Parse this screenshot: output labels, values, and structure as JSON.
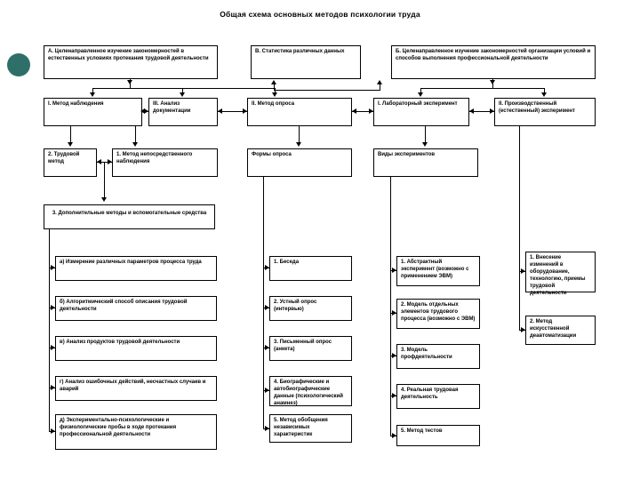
{
  "slide": {
    "title": "Общая схема основных методов психологии труда",
    "decor": {
      "circle_color": "#2e6f6a"
    },
    "colors": {
      "line": "#000000",
      "box_border": "#000000",
      "box_fill": "#ffffff",
      "text": "#000000"
    }
  },
  "top_row": [
    {
      "id": "A",
      "label": "А. Целенаправленное изучение закономерностей в естественных условиях протекания трудовой деятельности"
    },
    {
      "id": "V",
      "label": "В. Статистика различных данных"
    },
    {
      "id": "B",
      "label": "Б. Целенаправленное изучение закономерностей организации условий и способов выполнения профессиональной деятельности"
    }
  ],
  "method_row": [
    {
      "id": "m1",
      "label": "I. Метод наблюдения"
    },
    {
      "id": "m3",
      "label": "III. Анализ документации"
    },
    {
      "id": "m2",
      "label": "II. Метод опроса"
    },
    {
      "id": "e1",
      "label": "I. Лабораторный эксперимент"
    },
    {
      "id": "e2",
      "label": "II. Производственный (естественный) эксперимент"
    }
  ],
  "sub_row": [
    {
      "id": "s2",
      "label": "2. Трудовой метод"
    },
    {
      "id": "s1",
      "label": "1. Метод непосредственного наблюдения"
    },
    {
      "id": "forms",
      "label": "Формы опроса"
    },
    {
      "id": "kinds",
      "label": "Виды экспериментов"
    }
  ],
  "extra_header": {
    "id": "s3",
    "label": "3. Дополнительные методы и вспомогательные средства"
  },
  "extra_items": [
    {
      "label": "а) Измерение различных параметров процесса труда"
    },
    {
      "label": "б) Алгоритмический способ описания трудовой деятельности"
    },
    {
      "label": "в) Анализ продуктов трудовой деятельности"
    },
    {
      "label": "г) Анализ ошибочных действий, несчастных случаев и аварий"
    },
    {
      "label": "д) Экспериментально-психологические и физиологические пробы в ходе протекания профессиональной деятельности"
    }
  ],
  "survey_forms": [
    {
      "label": "1. Беседа"
    },
    {
      "label": "2. Устный опрос (интервью)"
    },
    {
      "label": "3. Письменный опрос (анкета)"
    },
    {
      "label": "4. Биографические и автобиографические данные (психологический анамнез)"
    },
    {
      "label": "5. Метод обобщения независимых характеристик"
    }
  ],
  "experiment_kinds": [
    {
      "label": "1. Абстрактный эксперимент (возможно с применением ЭВМ)"
    },
    {
      "label": "2. Модель отдельных элементов трудового процесса (возможно с ЭВМ)"
    },
    {
      "label": "3. Модель профдеятельности"
    },
    {
      "label": "4. Реальная трудовая деятельность"
    },
    {
      "label": "5. Метод тестов"
    }
  ],
  "production_items": [
    {
      "label": "1. Внесение изменений в оборудование, технологию, приемы трудовой деятельности"
    },
    {
      "label": "2. Метод искусственной деавтоматизации"
    }
  ]
}
